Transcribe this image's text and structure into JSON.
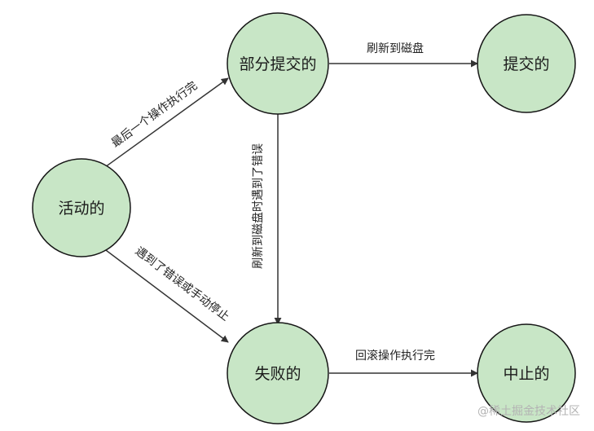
{
  "colors": {
    "node_fill": "#c8e6c6",
    "node_stroke": "#161616",
    "edge": "#333333",
    "watermark": "#b3b3b3"
  },
  "states": [
    {
      "id": "active",
      "label": "活动的"
    },
    {
      "id": "partially_committed",
      "label": "部分提交的"
    },
    {
      "id": "committed",
      "label": "提交的"
    },
    {
      "id": "failed",
      "label": "失败的"
    },
    {
      "id": "aborted",
      "label": "中止的"
    }
  ],
  "transitions": [
    {
      "from": "active",
      "to": "partially_committed",
      "label": "最后一个操作执行完"
    },
    {
      "from": "partially_committed",
      "to": "committed",
      "label": "刷新到磁盘"
    },
    {
      "from": "partially_committed",
      "to": "failed",
      "label": "刷新到磁盘时遇到了错误"
    },
    {
      "from": "active",
      "to": "failed",
      "label": "遇到了错误或手动停止"
    },
    {
      "from": "failed",
      "to": "aborted",
      "label": "回滚操作执行完"
    }
  ],
  "watermark": {
    "text": "@稀土掘金技术社区"
  }
}
